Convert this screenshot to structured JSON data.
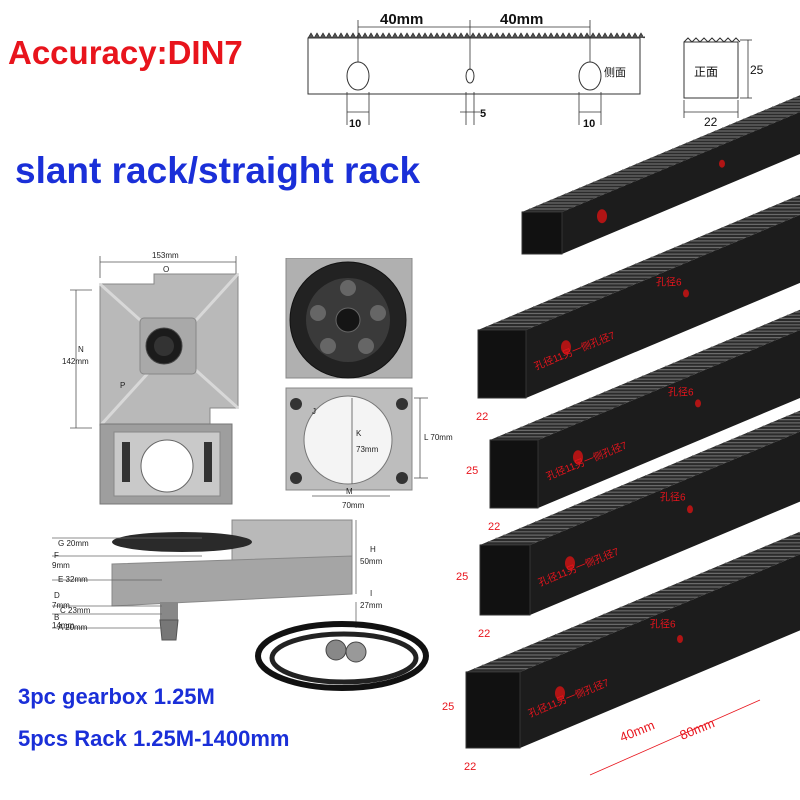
{
  "headline": {
    "accuracy": "Accuracy:DIN7",
    "subtitle": "slant rack/straight rack"
  },
  "spec_lines": [
    "3pc gearbox 1.25M",
    "5pcs Rack 1.25M-1400mm"
  ],
  "rack_drawing": {
    "dim_left": "40mm",
    "dim_right": "40mm",
    "hole_left": "10",
    "center": "5",
    "hole_right": "10",
    "side_label": "侧面"
  },
  "section_drawing": {
    "label": "正面",
    "height": "25",
    "width": "22"
  },
  "gearbox_top": {
    "width_label": "153mm",
    "width_letter": "O",
    "height_letter": "N",
    "height_label": "142mm",
    "p_letter": "P"
  },
  "gearbox_front": {
    "j_letter": "J",
    "k_letter": "K",
    "k_label": "73mm",
    "l_label": "L 70mm",
    "m_letter": "M",
    "m_label": "70mm"
  },
  "gearbox_side": {
    "g": "G 20mm",
    "f_letter": "F",
    "f": "9mm",
    "e": "E 32mm",
    "d_letter": "D",
    "d": "7mm",
    "c": "C 23mm",
    "b_letter": "B",
    "b": "14mm",
    "a": "A 20mm",
    "h_letter": "H",
    "h": "50mm",
    "i_letter": "I",
    "i": "27mm"
  },
  "rack_labels": {
    "side_22": "22",
    "side_25": "25",
    "hole6": "孔径6",
    "hole11": "孔径11另一侧孔径7",
    "dim_40": "40mm",
    "dim_80": "80mm"
  },
  "colors": {
    "accent_red": "#e8141c",
    "accent_blue": "#1a2fd8",
    "rack": "#1c1c1c",
    "metal": "#b9b9b9"
  }
}
